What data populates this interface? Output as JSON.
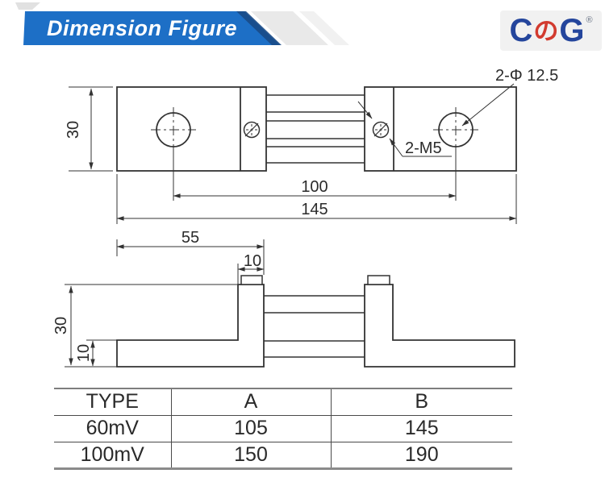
{
  "header": {
    "title": "Dimension Figure",
    "logo": {
      "part1": "C",
      "part2": "の",
      "part3": "G",
      "registered": "®"
    }
  },
  "colors": {
    "banner_blue": "#1d6fc6",
    "banner_dark": "#1a4a86",
    "logo_blue": "#24459c",
    "logo_red": "#d23b2f",
    "line": "#333333"
  },
  "top_view": {
    "dim_height": "30",
    "dim_hole_spacing": "100",
    "dim_overall_length": "145",
    "hole_label": "2-Φ 12.5",
    "screw_label": "2-M5"
  },
  "side_view": {
    "dim_block_length": "55",
    "dim_terminal_width": "10",
    "dim_height": "30",
    "dim_base_thickness": "10"
  },
  "table": {
    "headers": [
      "TYPE",
      "A",
      "B"
    ],
    "rows": [
      [
        "60mV",
        "105",
        "145"
      ],
      [
        "100mV",
        "150",
        "190"
      ]
    ]
  }
}
